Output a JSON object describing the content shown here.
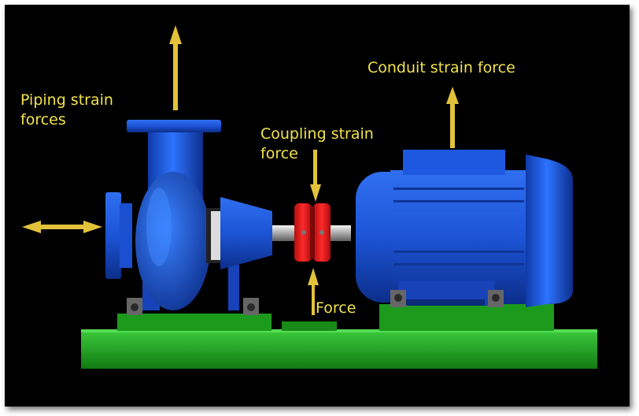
{
  "labels": {
    "piping_line1": "Piping strain",
    "piping_line2": "forces",
    "coupling_line1": "Coupling strain",
    "coupling_line2": "force",
    "conduit": "Conduit strain force",
    "force": "Force"
  },
  "colors": {
    "background": "#000000",
    "label": "#f2e34c",
    "arrow": "#e2c23a",
    "pump_blue": "#1f5fe0",
    "coupling_red": "#e01818",
    "base_green": "#1ea01e"
  },
  "icons": {
    "pump": "centrifugal-pump",
    "motor": "electric-motor",
    "coupling": "shaft-coupling",
    "baseplate": "baseplate"
  }
}
